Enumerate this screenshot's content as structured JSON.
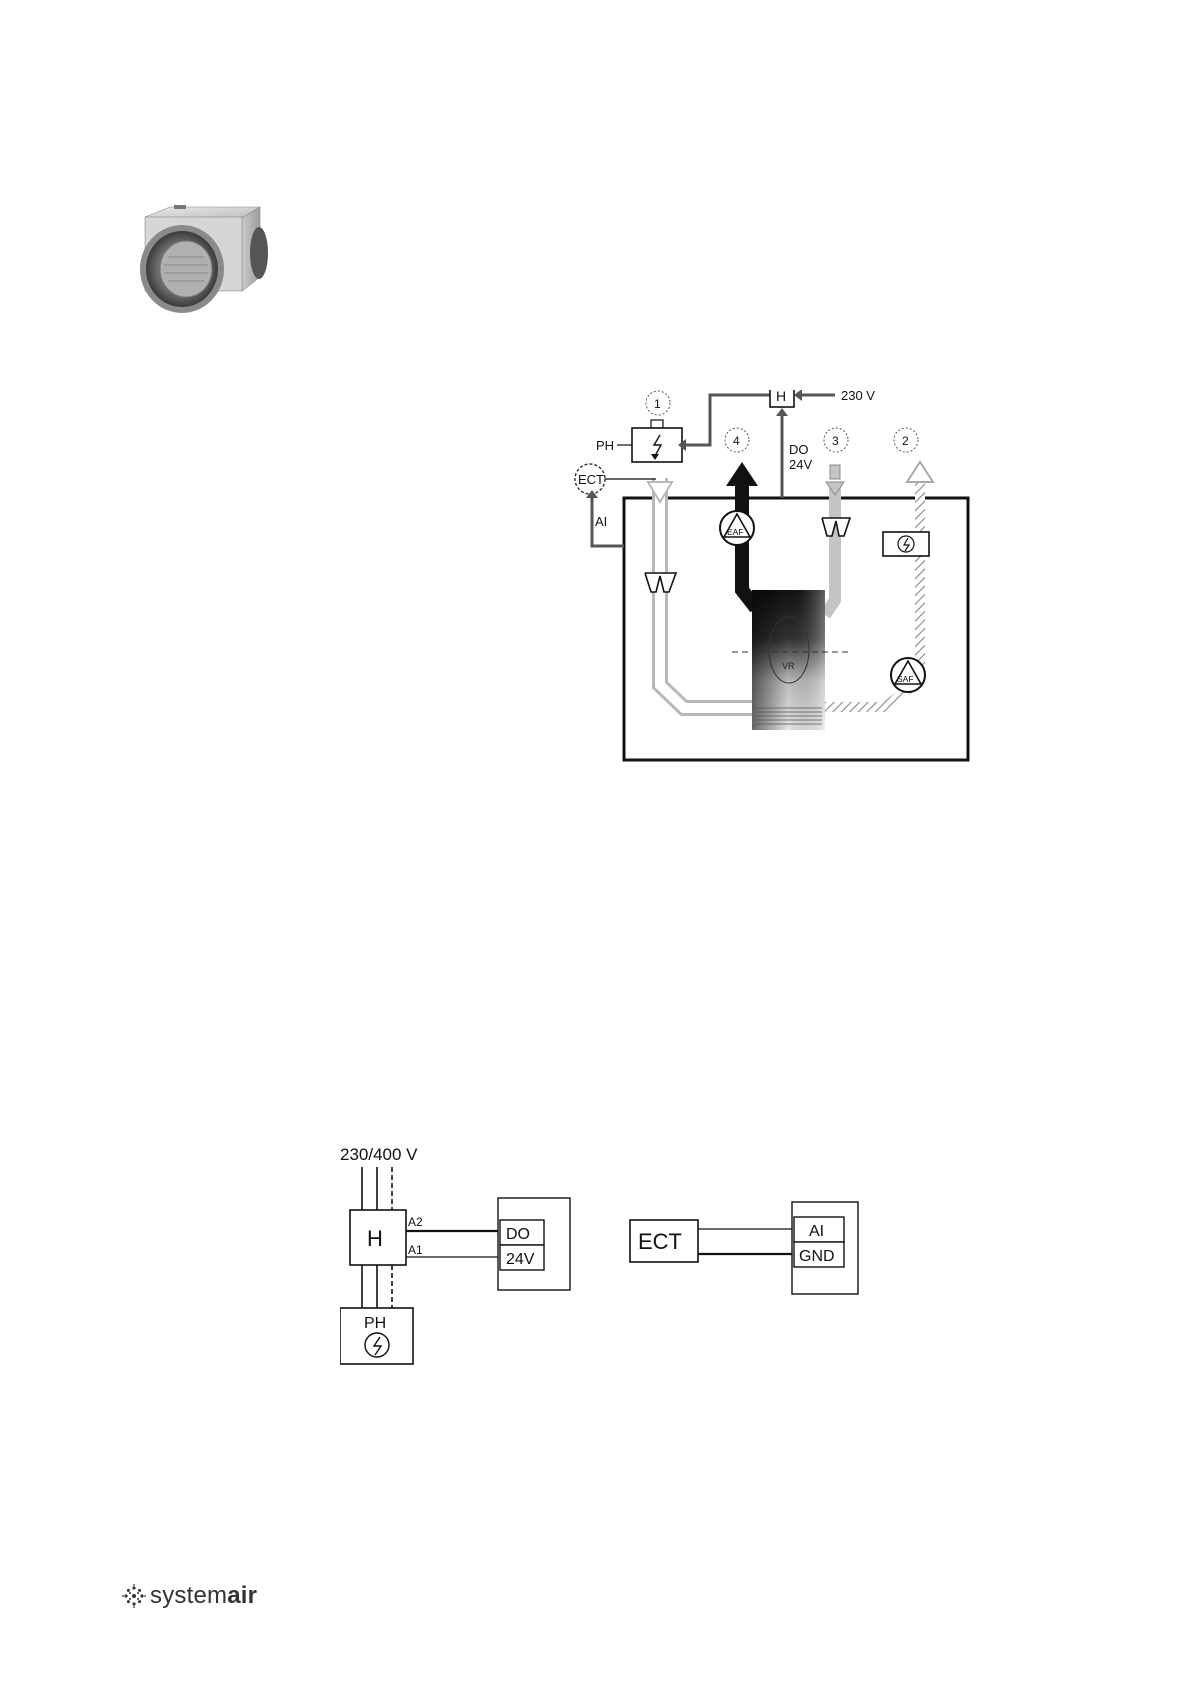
{
  "schematic": {
    "markers": [
      "1",
      "4",
      "3",
      "2"
    ],
    "ph_label": "PH",
    "ect_label": "ECT",
    "ai_label": "AI",
    "h_label": "H",
    "supply_label": "230 V",
    "do_label": "DO",
    "v24_label": "24V",
    "eaf_label": "EAF",
    "saf_label": "SAF",
    "vr_label": "VR"
  },
  "wiring": {
    "mains_label": "230/400 V",
    "h_label": "H",
    "a2_label": "A2",
    "a1_label": "A1",
    "do_label": "DO",
    "v24_label": "24V",
    "ph_label": "PH",
    "ect_label": "ECT",
    "ai_label": "AI",
    "gnd_label": "GND"
  },
  "footer": {
    "brand_regular": "system",
    "brand_bold": "air"
  },
  "colors": {
    "brand": "#333333",
    "line": "#111111",
    "pipe_gray": "#b8b8b8",
    "wire_gray": "#555555"
  }
}
